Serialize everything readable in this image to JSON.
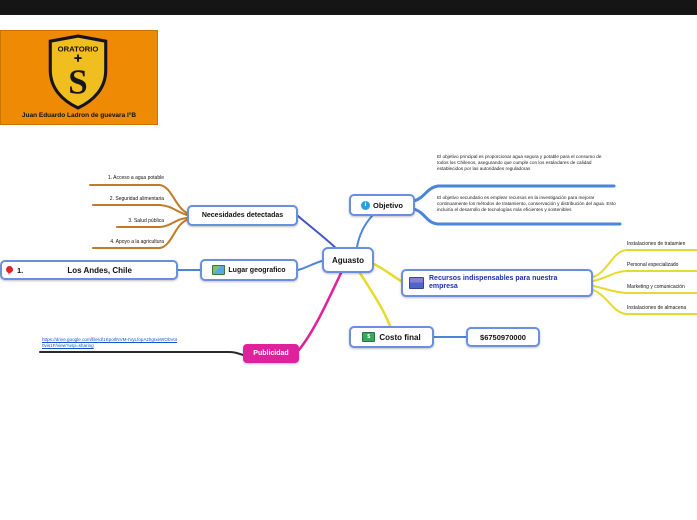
{
  "logo": {
    "shield_text": "ORATORIO",
    "caption": "Juan Eduardo Ladron de guevara I°B"
  },
  "mindmap": {
    "root_label": "Aguasto",
    "necesidades": {
      "label": "Necesidades detectadas",
      "items": [
        "1. Acceso a agua potable",
        "2. Seguridad alimentaria",
        "3. Salud pública",
        "4. Apoyo a la agricultura"
      ]
    },
    "lugar": {
      "label": "Lugar geografico",
      "place_number": "1.",
      "place": "Los Andes, Chile"
    },
    "publicidad": {
      "label": "Publicidad",
      "link": "https://drive.google.com/file/d/1KporlNVM-IVyLfopAzhgIxeWObVoI0vis1F/view?usp=sharing"
    },
    "objetivo": {
      "label": "Objetivo",
      "paragraphs": [
        "El objetivo principal es proporcionar agua segura y potable para el consumo de todos los Chilenos, asegurando que cumple con los estándares de calidad establecidos por las autoridades reguladoras",
        "El objetivo secundario es emplear recursos en la investigación para mejorar continuamente los métodos de tratamiento, conservación y distribución del agua. Esto incluiría el desarrollo de tecnologías más eficientes y sostenibles"
      ]
    },
    "recursos": {
      "label": "Recursos indispensables para nuestra empresa",
      "items": [
        "Instalaciones de tratamien",
        "Personal especializado",
        "Marketing y comunicación",
        "Instalaciones de almacena"
      ]
    },
    "costo": {
      "label": "Costo final",
      "value": "$6750970000"
    }
  },
  "colors": {
    "orange": "#ee8a03",
    "magenta": "#e0219c",
    "blueBranch": "#4a86d8",
    "navyBranch": "#4356c0",
    "orangeBranch": "#c07b28",
    "yellowBranch": "#e8d92e",
    "nodeborder": "#6b8ede"
  }
}
